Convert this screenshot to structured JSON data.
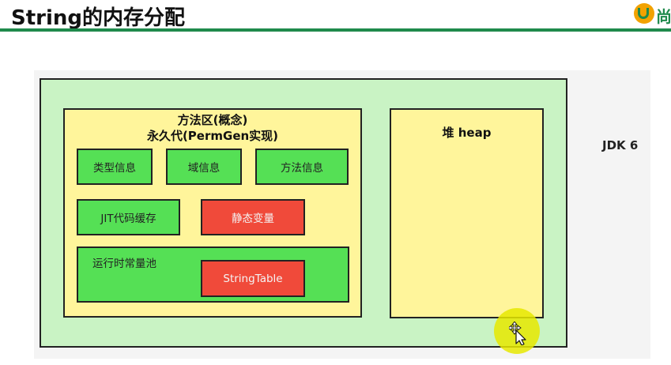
{
  "slide": {
    "title": "String的内存分配",
    "logo_text": "尚"
  },
  "diagram": {
    "version_label": "JDK 6",
    "perm_area": {
      "title_line1": "方法区(概念)",
      "title_line2": "永久代(PermGen实现)",
      "boxes": {
        "type_info": "类型信息",
        "field_info": "域信息",
        "method_info": "方法信息",
        "jit_cache": "JIT代码缓存",
        "static_vars": "静态变量"
      },
      "constant_pool": {
        "label": "运行时常量池",
        "string_table": "StringTable"
      }
    },
    "heap": {
      "label": "堆 heap"
    }
  },
  "colors": {
    "title_rule": "#1f8a4c",
    "outer_area": "#c9f3c4",
    "region_fill": "#fff59b",
    "green_box": "#55e055",
    "red_box": "#f04a3a"
  },
  "icons": {
    "cursor": "move-cursor-icon",
    "logo": "brand-logo-icon"
  }
}
